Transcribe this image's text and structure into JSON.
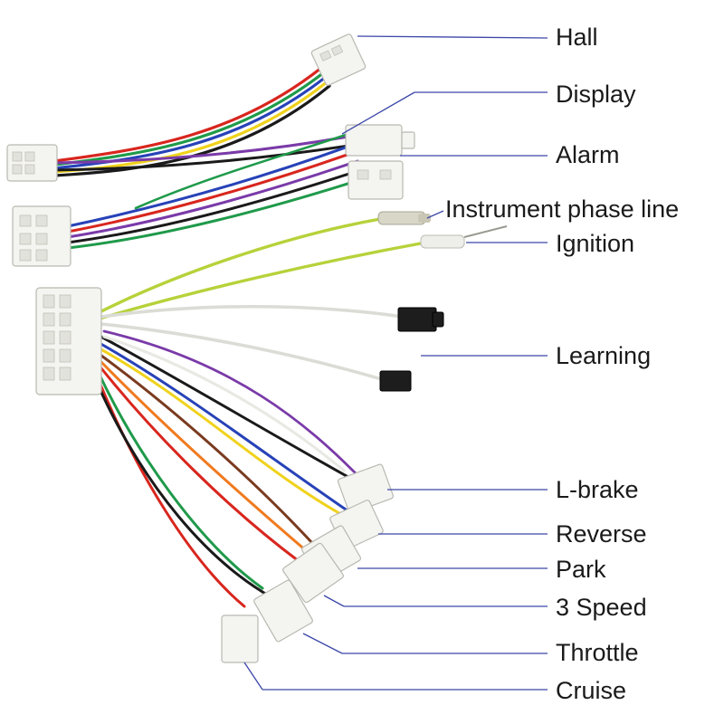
{
  "labels": {
    "hall": "Hall",
    "display": "Display",
    "alarm": "Alarm",
    "instrument_phase_line": "Instrument phase line",
    "ignition": "Ignition",
    "learning": "Learning",
    "l_brake": "L-brake",
    "reverse": "Reverse",
    "park": "Park",
    "speed3": "3 Speed",
    "throttle": "Throttle",
    "cruise": "Cruise"
  },
  "colors": {
    "leader_line": "#3b47a8",
    "connector_body": "#f4f4f0",
    "wire_red": "#d8261e",
    "wire_green": "#1f9a4a",
    "wire_blue": "#2742b8",
    "wire_yellow": "#f0d21c",
    "wire_black": "#1a1a1a",
    "wire_white": "#e9e9e4",
    "wire_purple": "#7a3aa8",
    "wire_orange": "#f07a1e",
    "wire_yellow_green": "#b6d23a",
    "wire_brown": "#7a3b20"
  }
}
